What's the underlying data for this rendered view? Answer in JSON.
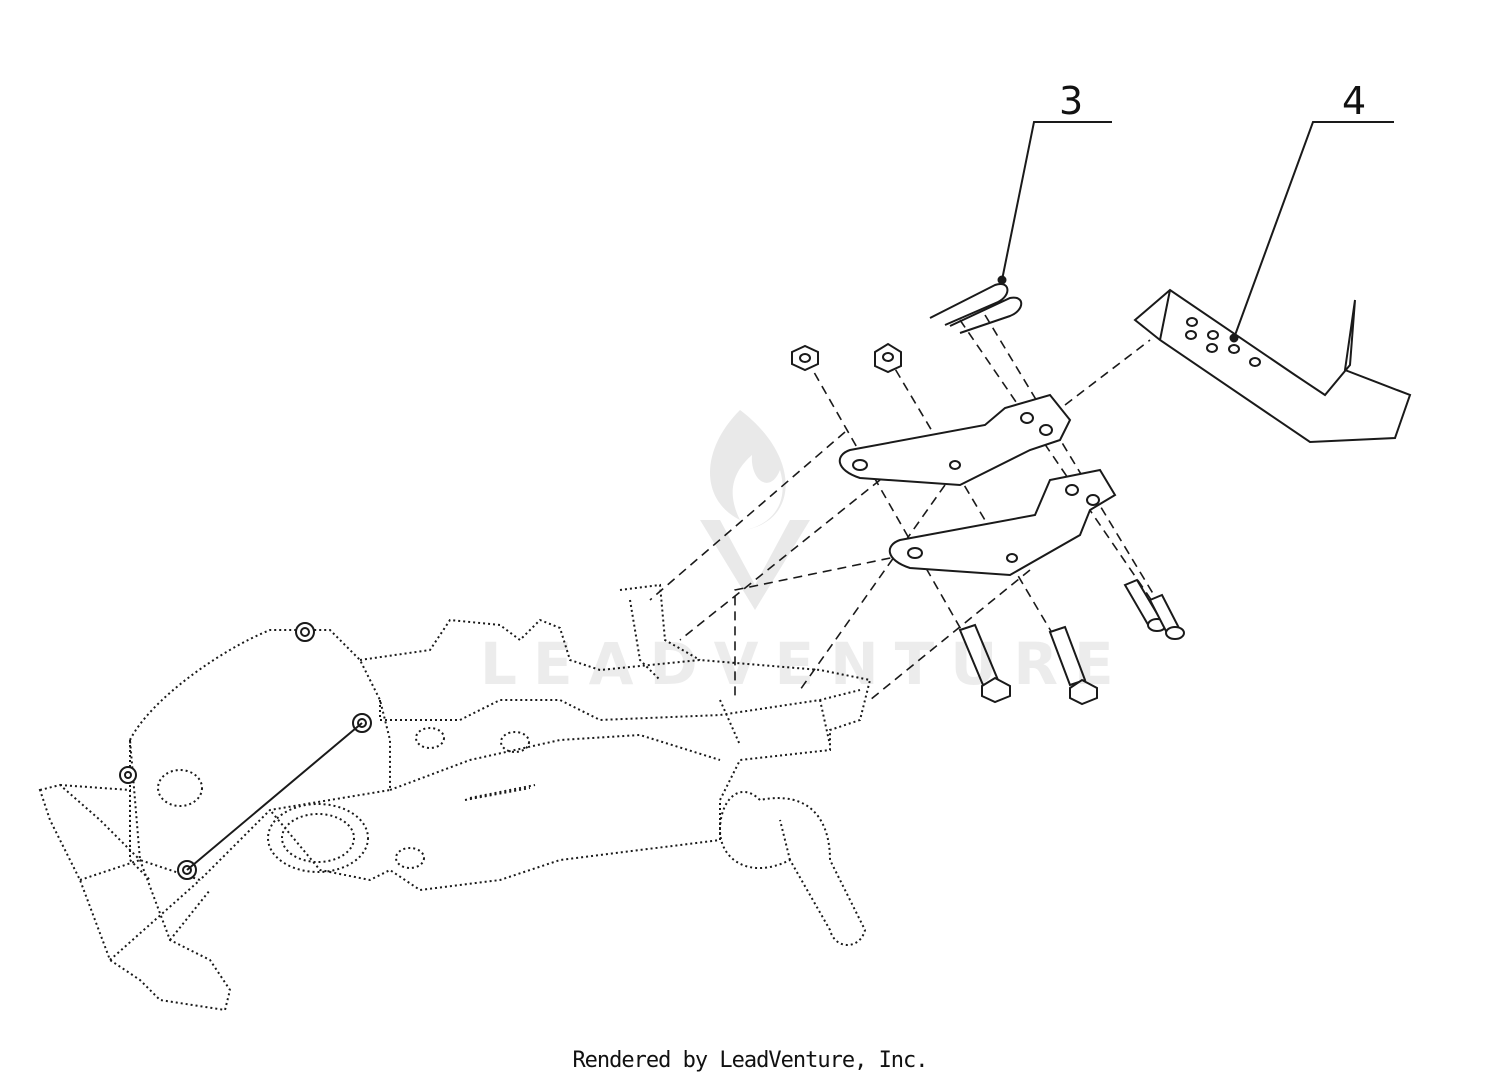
{
  "callouts": [
    {
      "label": "3",
      "part": "hairpin clip"
    },
    {
      "label": "4",
      "part": "bracket"
    }
  ],
  "footer": {
    "text": "Rendered by LeadVenture, Inc."
  },
  "watermark": {
    "text": "LEADVENTURE"
  },
  "colors": {
    "line": "#1a1a1a",
    "watermark": "#e6e6e6",
    "background": "#ffffff"
  }
}
